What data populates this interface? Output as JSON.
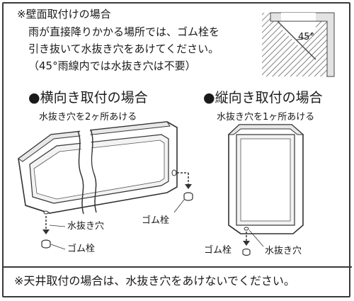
{
  "wall_note": {
    "title": "※壁面取付けの場合",
    "lines": [
      "雨が直接降りかかる場所では、ゴム栓を",
      "引き抜いて水抜き穴をあけてください。",
      "（45°雨線内では水抜き穴は不要）"
    ]
  },
  "angle_label": "45°",
  "horizontal": {
    "heading": "●横向き取付の場合",
    "subtext": "水抜き穴を2ヶ所あける",
    "drain_hole_label": "水抜き穴",
    "rubber_plug_label_left": "ゴム栓",
    "rubber_plug_label_right": "ゴム栓"
  },
  "vertical": {
    "heading": "●縦向き取付の場合",
    "subtext": "水抜き穴を1ヶ所あける",
    "rubber_plug_label": "ゴム栓",
    "drain_hole_label": "水抜き穴"
  },
  "footer_note": "※天井取付の場合は、水抜き穴をあけないでください。"
}
